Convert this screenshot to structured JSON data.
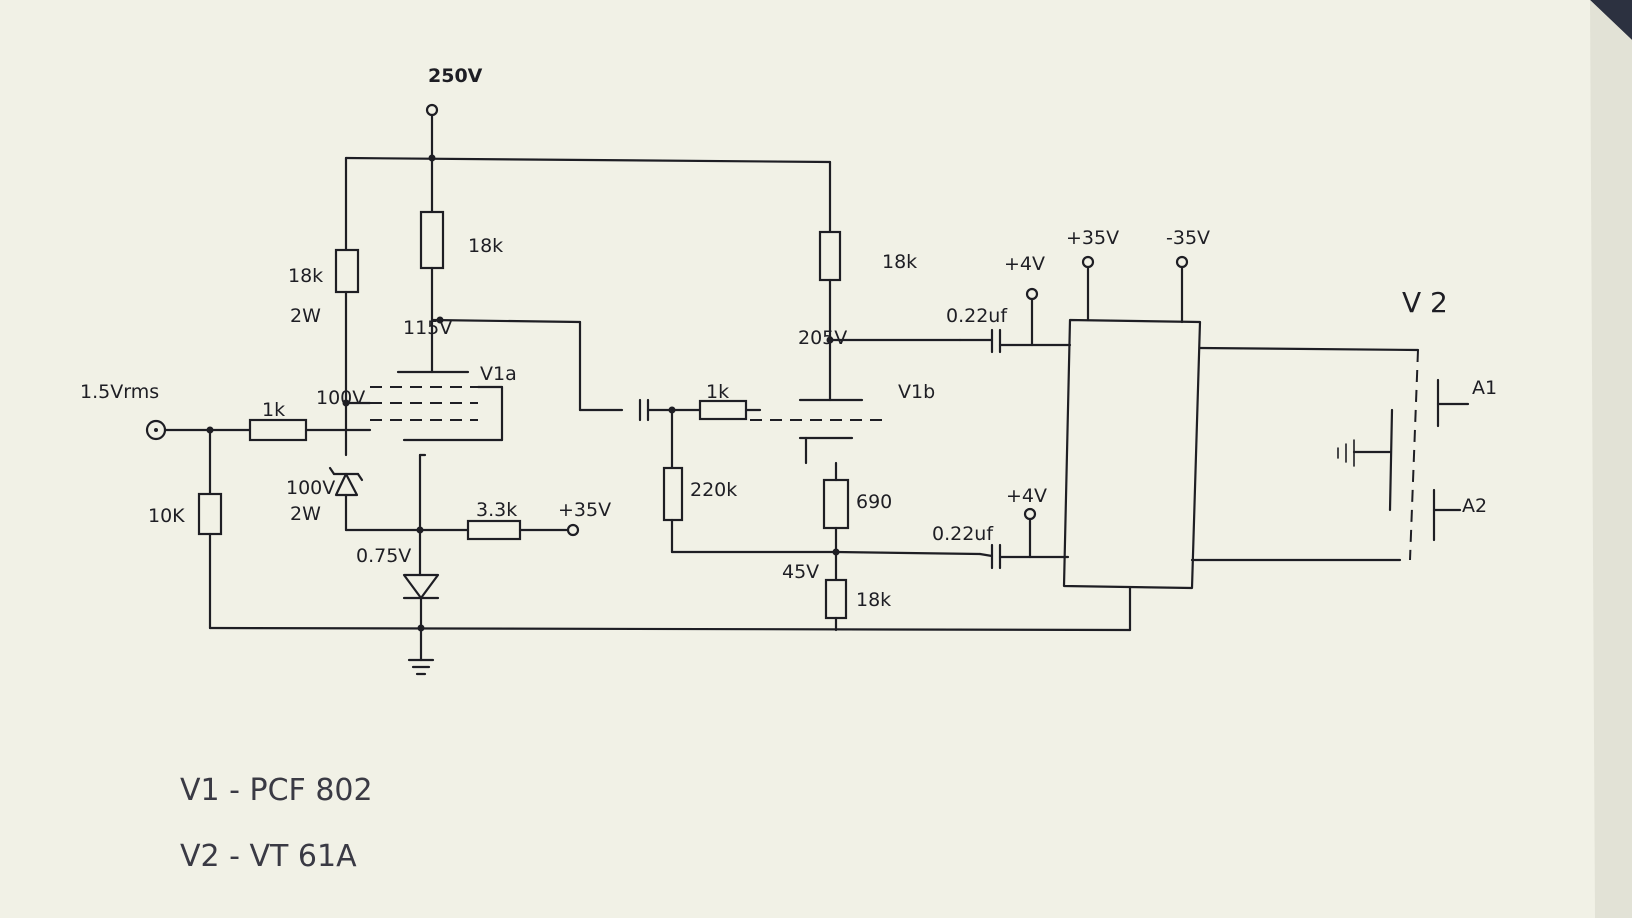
{
  "labels": {
    "supply_250": "250V",
    "r_18k_top": "18k",
    "r_18k_2w": "18k",
    "r_2w_a": "2W",
    "r_18k_right": "18k",
    "node_115": "115V",
    "node_205": "205V",
    "v1a": "V1a",
    "v1b": "V1b",
    "input": "1.5Vrms",
    "r_1k_in": "1k",
    "node_100": "100V",
    "zener_v": "100V",
    "zener_w": "2W",
    "r_10k": "10K",
    "r_3k3": "3.3k",
    "plus35_a": "+35V",
    "node_075": "0.75V",
    "r_1k_b": "1k",
    "r_220k": "220k",
    "r_690": "690",
    "node_45": "45V",
    "r_18k_bot": "18k",
    "cap_top": "0.22uf",
    "cap_bot": "0.22uf",
    "plus4_top": "+4V",
    "plus4_bot": "+4V",
    "plus35_b": "+35V",
    "minus35": "-35V",
    "v2": "V 2",
    "a1": "A1",
    "a2": "A2",
    "legend_v1": "V1 - PCF 802",
    "legend_v2": "V2 - VT 61A"
  },
  "colors": {
    "paper": "#f1f1e6",
    "ink": "#1e1e24",
    "background": "#2c3140"
  }
}
